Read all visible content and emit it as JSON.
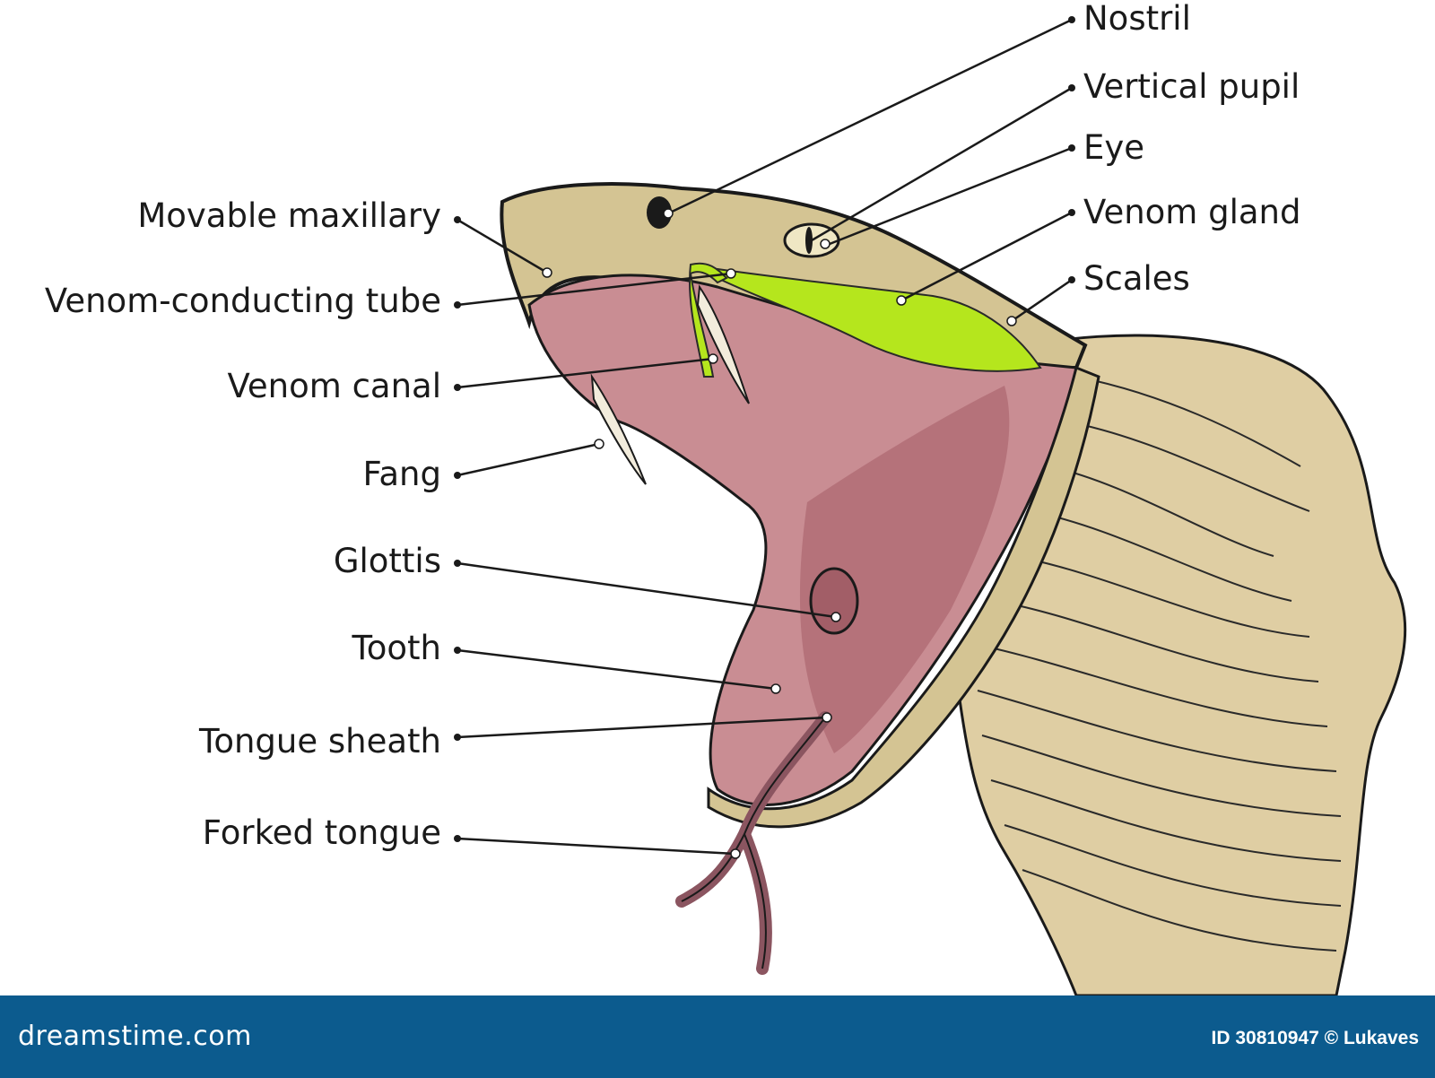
{
  "labels_left": [
    {
      "key": "movable_maxillary",
      "text": "Movable maxillary"
    },
    {
      "key": "venom_conducting_tube",
      "text": "Venom-conducting tube"
    },
    {
      "key": "venom_canal",
      "text": "Venom canal"
    },
    {
      "key": "fang",
      "text": "Fang"
    },
    {
      "key": "glottis",
      "text": "Glottis"
    },
    {
      "key": "tooth",
      "text": "Tooth"
    },
    {
      "key": "tongue_sheath",
      "text": "Tongue sheath"
    },
    {
      "key": "forked_tongue",
      "text": "Forked tongue"
    }
  ],
  "labels_right": [
    {
      "key": "nostril",
      "text": "Nostril"
    },
    {
      "key": "vertical_pupil",
      "text": "Vertical pupil"
    },
    {
      "key": "eye",
      "text": "Eye"
    },
    {
      "key": "venom_gland",
      "text": "Venom gland"
    },
    {
      "key": "scales",
      "text": "Scales"
    }
  ],
  "footer": {
    "brand": "dreamstime.com",
    "stock_id": "ID 30810947 © Lukaves"
  },
  "colors": {
    "skin": "#d9c9a0",
    "skin_dark": "#8c8258",
    "mouth": "#c98d93",
    "mouth_dark": "#a25e67",
    "venom_gland": "#b5e61d",
    "outline": "#1a1a1a",
    "footer_bg": "#0c5b8e"
  }
}
